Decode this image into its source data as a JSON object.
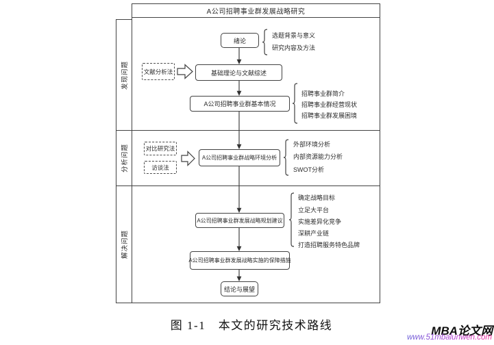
{
  "diagram": {
    "title": "A公司招聘事业群发展战略研究",
    "row_labels": [
      "发现问题",
      "分析问题",
      "解决问题"
    ],
    "methods": [
      "文献分析法",
      "对比研究法",
      "访谈法"
    ],
    "flow_boxes": [
      "绪论",
      "基础理论与文献综述",
      "A公司招聘事业群基本情况",
      "A公司招聘事业群战略环境分析",
      "A公司招聘事业群发展战略规划建议",
      "A公司招聘事业群发展战略实施的保障措施",
      "结论与展望"
    ],
    "annotations": {
      "intro": [
        "选题背景与意义",
        "研究内容及方法"
      ],
      "basic_info": [
        "招聘事业群简介",
        "招聘事业群经营现状",
        "招聘事业群发展困境"
      ],
      "env_analysis": [
        "外部环境分析",
        "内部资源能力分析",
        "SWOT分析"
      ],
      "planning": [
        "确定战略目标",
        "立足大平台",
        "实施差异化竞争",
        "深耕产业链",
        "打造招聘服务特色品牌"
      ]
    },
    "line_color": "#414141"
  },
  "caption": "图 1-1　本文的研究技术路线",
  "watermark": {
    "site_name": "MBA论文网",
    "site_url": "www.51mbalunwen.com",
    "url_gradient": [
      "#6a5fd8",
      "#b13fd4",
      "#f42f9e"
    ]
  }
}
